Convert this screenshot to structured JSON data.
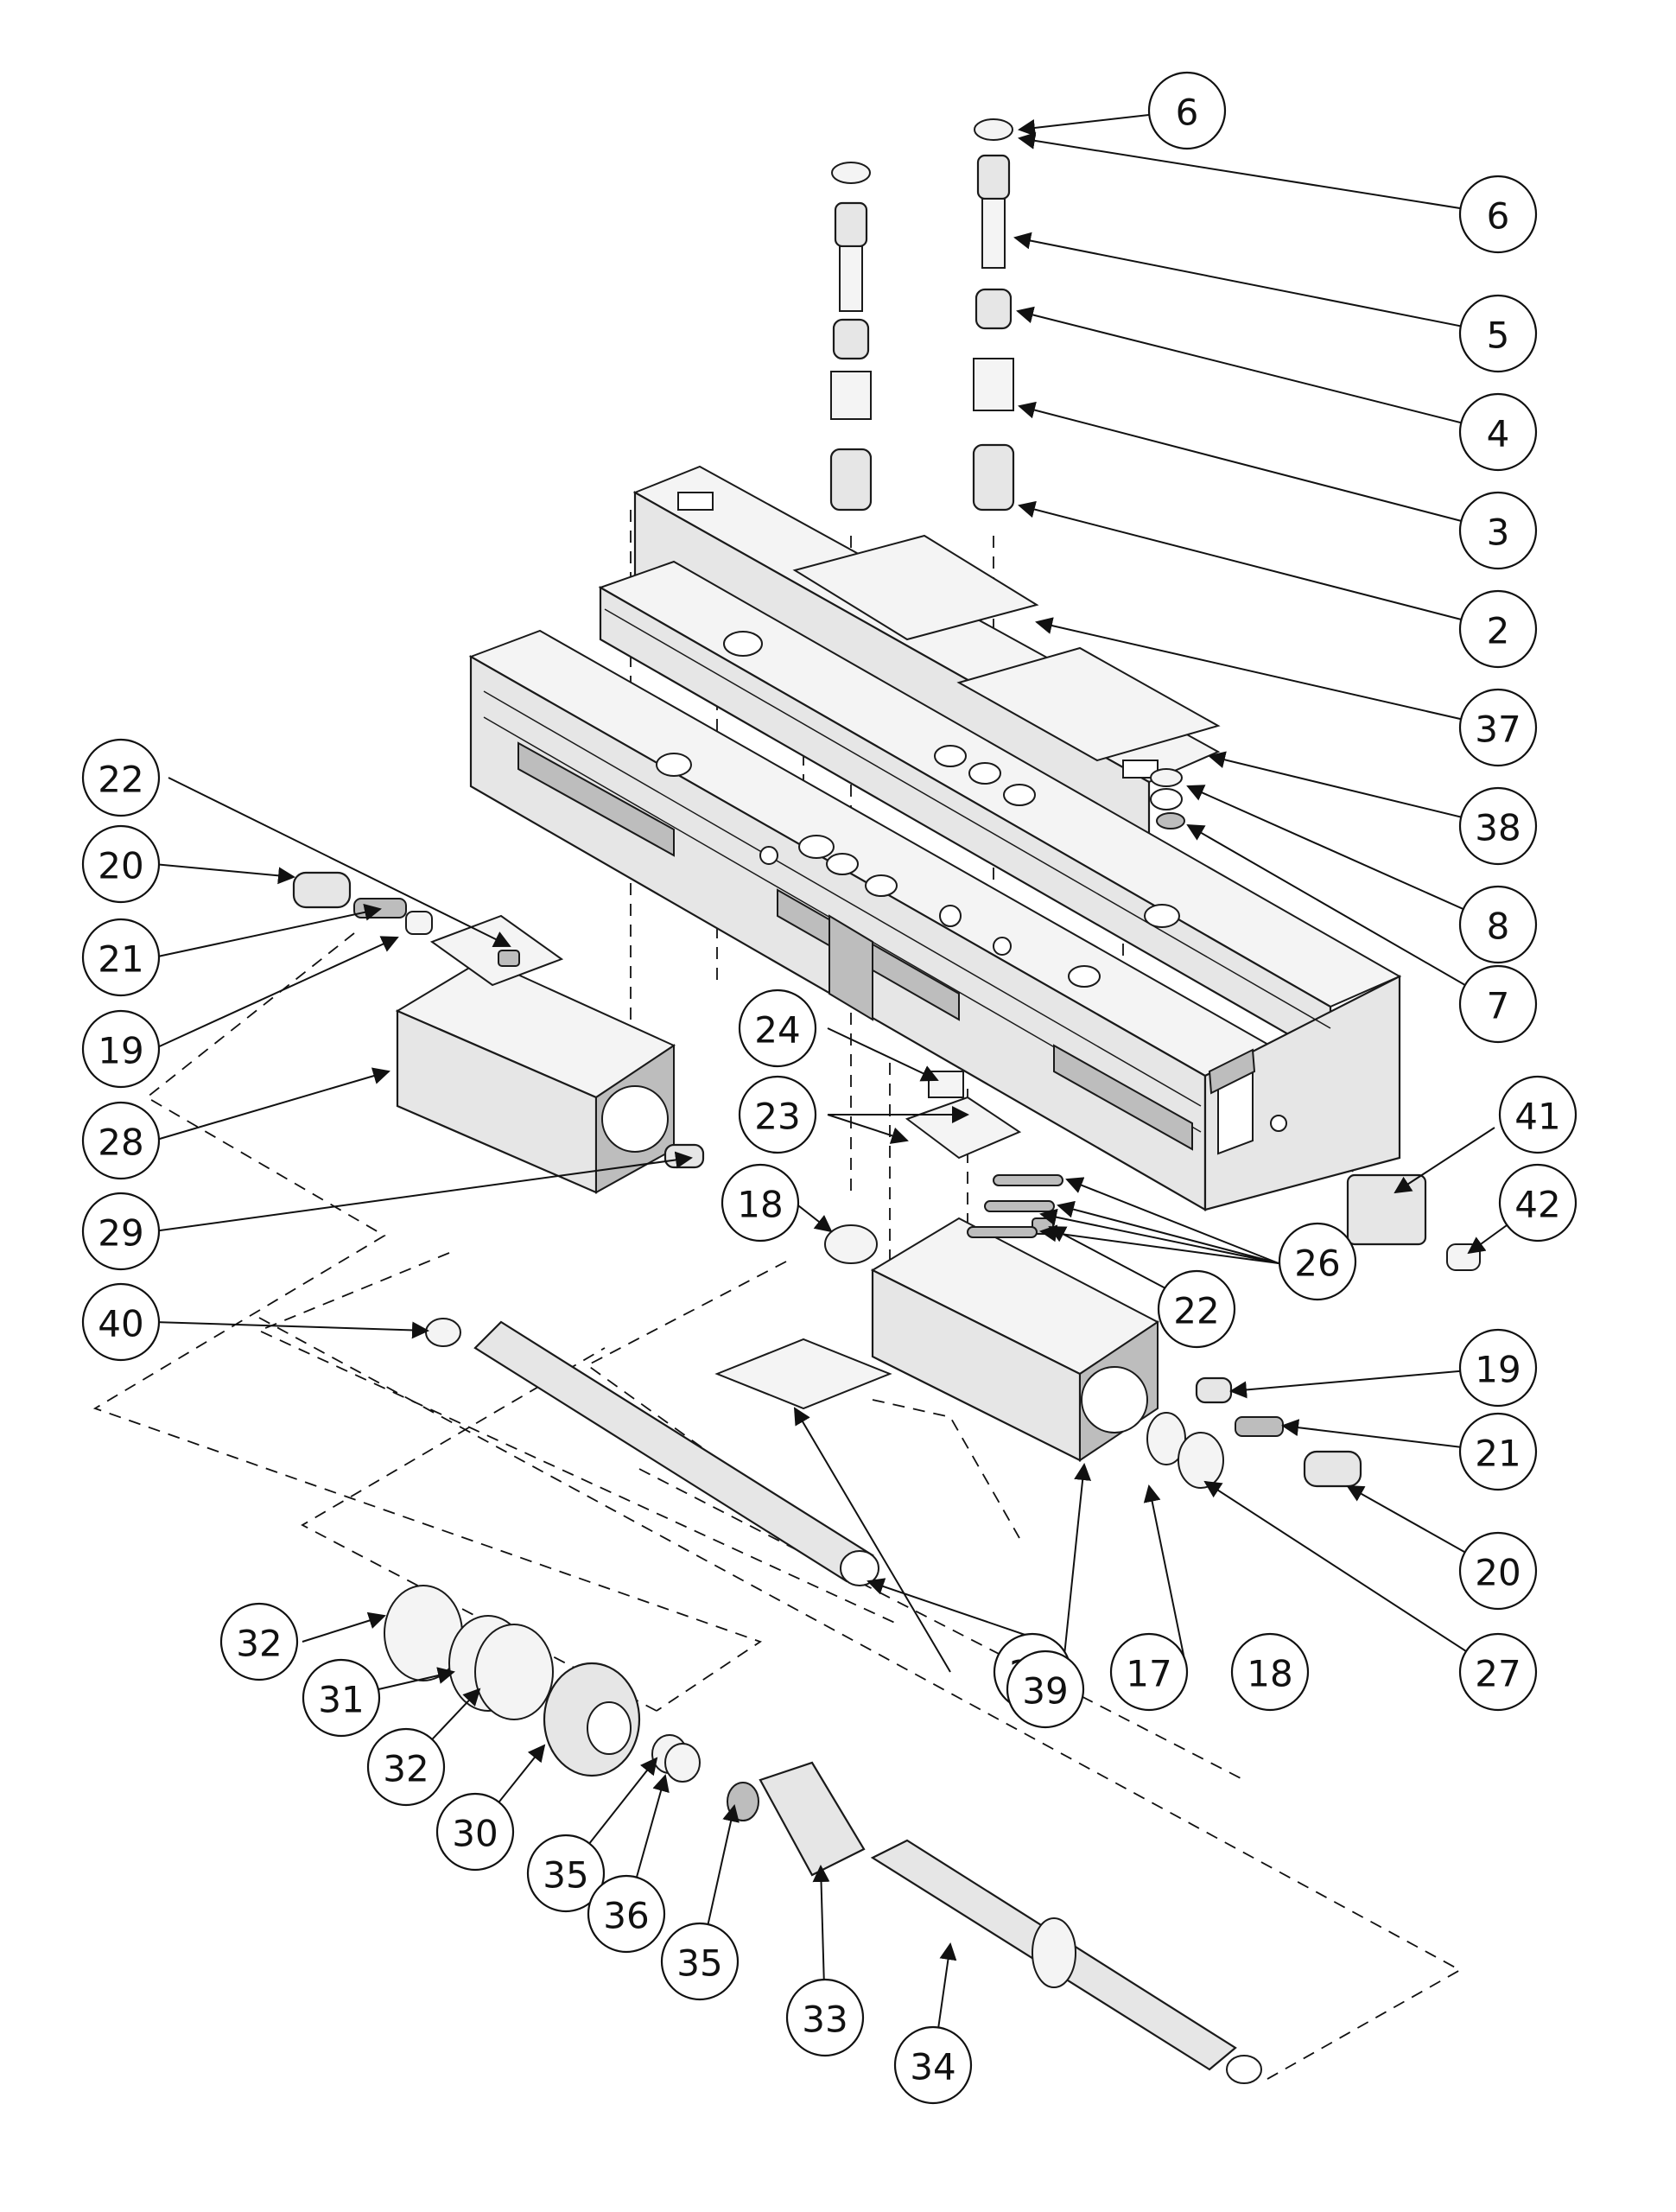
{
  "callouts": [
    "6",
    "6",
    "5",
    "4",
    "3",
    "2",
    "37",
    "38",
    "8",
    "7",
    "22",
    "20",
    "21",
    "19",
    "28",
    "29",
    "40",
    "24",
    "23",
    "18",
    "41",
    "42",
    "26",
    "22",
    "19",
    "21",
    "20",
    "25",
    "17",
    "18",
    "27",
    "39",
    "32",
    "31",
    "32",
    "30",
    "35",
    "36",
    "35",
    "33",
    "34"
  ]
}
